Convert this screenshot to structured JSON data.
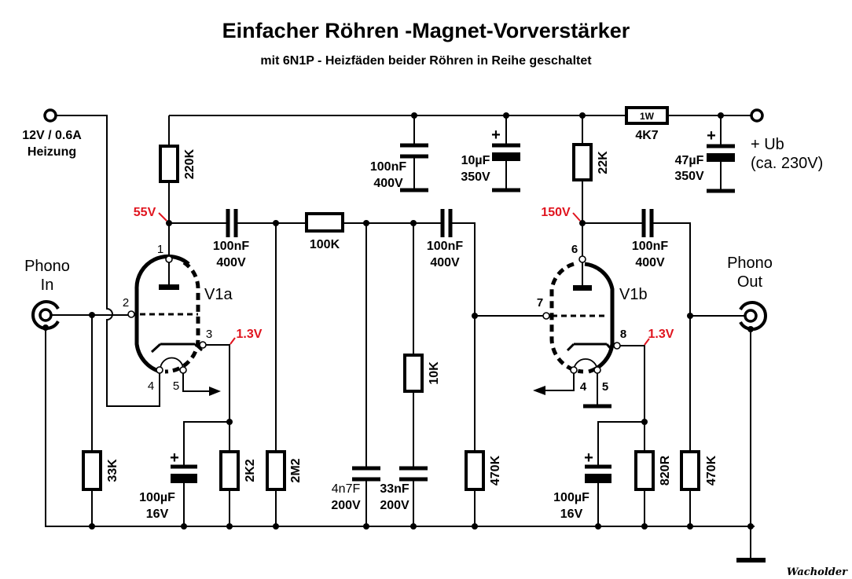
{
  "title": "Einfacher Röhren -Magnet-Vorverstärker",
  "subtitle": "mit 6N1P - Heizfäden beider Röhren in Reihe geschaltet",
  "heater": {
    "line1": "12V / 0.6A",
    "line2": "Heizung"
  },
  "supply": {
    "line1": "+ Ub",
    "line2": "(ca. 230V)"
  },
  "input": {
    "line1": "Phono",
    "line2": "In"
  },
  "output": {
    "line1": "Phono",
    "line2": "Out"
  },
  "tubes": {
    "v1a": {
      "name": "V1a",
      "pins": {
        "anode": "1",
        "grid": "2",
        "cathode": "3",
        "heater_a": "4",
        "heater_b": "5"
      }
    },
    "v1b": {
      "name": "V1b",
      "pins": {
        "anode": "6",
        "grid": "7",
        "cathode": "8",
        "heater_a": "4",
        "heater_b": "5"
      }
    }
  },
  "voltages": {
    "v1a_anode": "55V",
    "v1a_cathode": "1.3V",
    "v1b_anode": "150V",
    "v1b_cathode": "1.3V"
  },
  "colors": {
    "voltage_annotation": "#e0141e",
    "wire": "#000000"
  },
  "resistors": {
    "r_anode1": "220K",
    "r_anode2": "22K",
    "r_supply": {
      "value": "4K7",
      "rating": "1W"
    },
    "r_series": "100K",
    "r_eq": "10K",
    "r_input": "33K",
    "r_cath1": "2K2",
    "r_grid_leak1": "2M2",
    "r_grid2": "470K",
    "r_cath2": "820R",
    "r_out": "470K"
  },
  "capacitors": {
    "c_supply_film": {
      "value": "100nF",
      "rating": "400V"
    },
    "c_supply_elko1": {
      "value": "10µF",
      "rating": "350V"
    },
    "c_supply_elko2": {
      "value": "47µF",
      "rating": "350V"
    },
    "c_couple1": {
      "value": "100nF",
      "rating": "400V"
    },
    "c_couple2": {
      "value": "100nF",
      "rating": "400V"
    },
    "c_couple3": {
      "value": "100nF",
      "rating": "400V"
    },
    "c_eq1": {
      "value": "4n7F",
      "rating": "200V"
    },
    "c_eq2": {
      "value": "33nF",
      "rating": "200V"
    },
    "c_cath1": {
      "value": "100µF",
      "rating": "16V"
    },
    "c_cath2": {
      "value": "100µF",
      "rating": "16V"
    }
  },
  "polarity_mark": "+",
  "signature": "Wacholder"
}
